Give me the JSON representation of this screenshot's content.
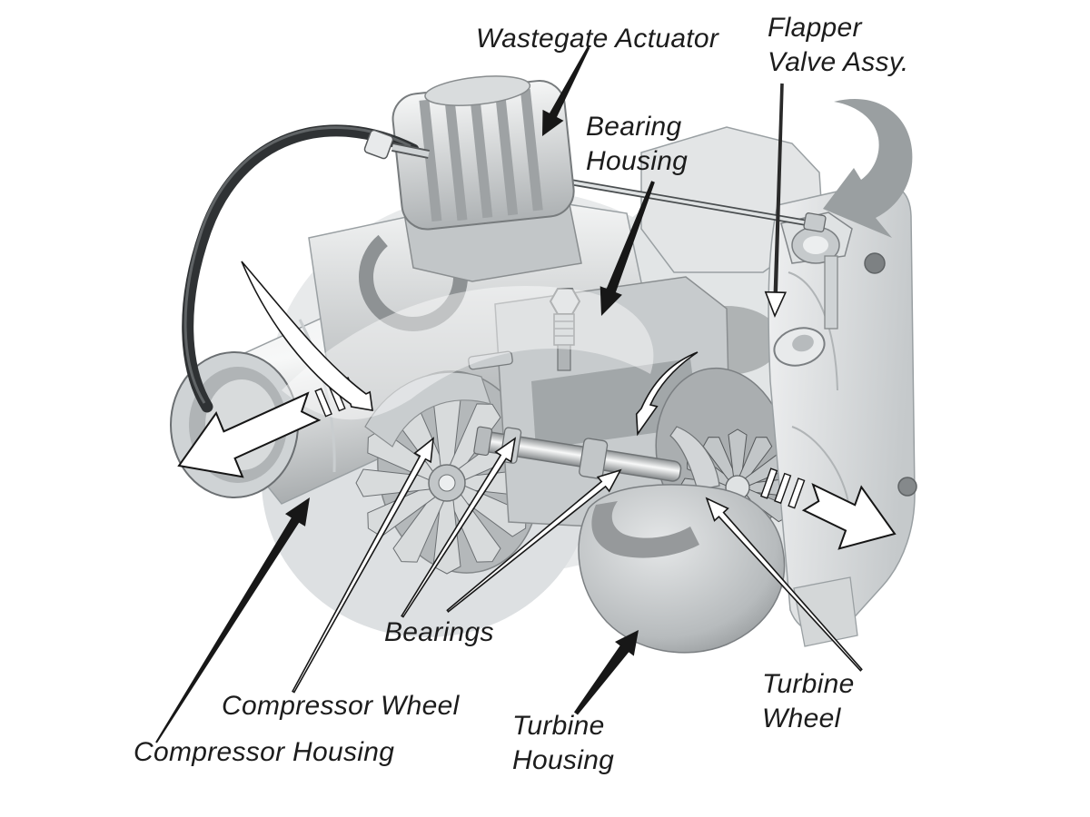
{
  "figure": {
    "background": "#ffffff"
  },
  "labels": {
    "wastegate_actuator": {
      "text": "Wastegate Actuator"
    },
    "flapper_valve_assy": {
      "text": "Flapper\nValve Assy."
    },
    "bearing_housing": {
      "text": "Bearing\nHousing"
    },
    "bearings": {
      "text": "Bearings"
    },
    "compressor_wheel": {
      "text": "Compressor Wheel"
    },
    "compressor_housing": {
      "text": "Compressor Housing"
    },
    "turbine_housing": {
      "text": "Turbine\nHousing"
    },
    "turbine_wheel": {
      "text": "Turbine\nWheel"
    }
  },
  "colors": {
    "label_text": "#1c1c1c",
    "leader_black": "#171717",
    "leader_white_fill": "#ffffff",
    "flow_arrow_fill": "#ffffff",
    "flow_arrow_outline": "#161616",
    "exhaust_swoosh_gray": "#9a9fa1",
    "metal_light": "#f2f3f4",
    "metal_mid": "#c2c6c8",
    "metal_dark": "#8f9395",
    "hose_dark": "#2f3234"
  },
  "flow_arrow_names": [
    "compressor-outlet-flow",
    "compressor-intake-swirl",
    "turbine-intake-swirl",
    "exhaust-outlet-flow",
    "exhaust-inlet-swoosh"
  ]
}
